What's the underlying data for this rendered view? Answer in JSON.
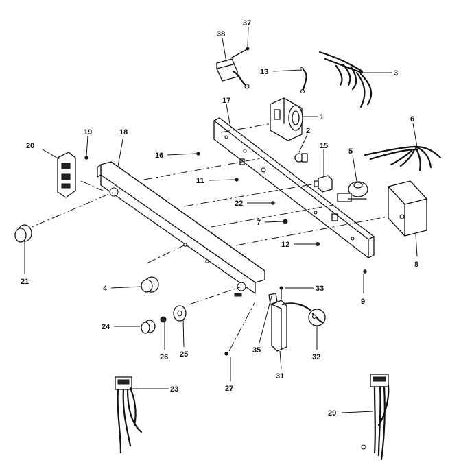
{
  "callouts": [
    {
      "id": "c37",
      "text": "37"
    },
    {
      "id": "c38",
      "text": "38"
    },
    {
      "id": "c13",
      "text": "13"
    },
    {
      "id": "c3",
      "text": "3"
    },
    {
      "id": "c17",
      "text": "17"
    },
    {
      "id": "c1",
      "text": "1"
    },
    {
      "id": "c2",
      "text": "2"
    },
    {
      "id": "c6",
      "text": "6"
    },
    {
      "id": "c19",
      "text": "19"
    },
    {
      "id": "c18",
      "text": "18"
    },
    {
      "id": "c20",
      "text": "20"
    },
    {
      "id": "c16",
      "text": "16"
    },
    {
      "id": "c15",
      "text": "15"
    },
    {
      "id": "c5",
      "text": "5"
    },
    {
      "id": "c11",
      "text": "11"
    },
    {
      "id": "c22",
      "text": "22"
    },
    {
      "id": "c7",
      "text": "7"
    },
    {
      "id": "c12",
      "text": "12"
    },
    {
      "id": "c8",
      "text": "8"
    },
    {
      "id": "c21",
      "text": "21"
    },
    {
      "id": "c4",
      "text": "4"
    },
    {
      "id": "c33",
      "text": "33"
    },
    {
      "id": "c9",
      "text": "9"
    },
    {
      "id": "c24",
      "text": "24"
    },
    {
      "id": "c26",
      "text": "26"
    },
    {
      "id": "c25",
      "text": "25"
    },
    {
      "id": "c35",
      "text": "35"
    },
    {
      "id": "c32",
      "text": "32"
    },
    {
      "id": "c31",
      "text": "31"
    },
    {
      "id": "c27",
      "text": "27"
    },
    {
      "id": "c23",
      "text": "23"
    },
    {
      "id": "c29",
      "text": "29"
    }
  ]
}
